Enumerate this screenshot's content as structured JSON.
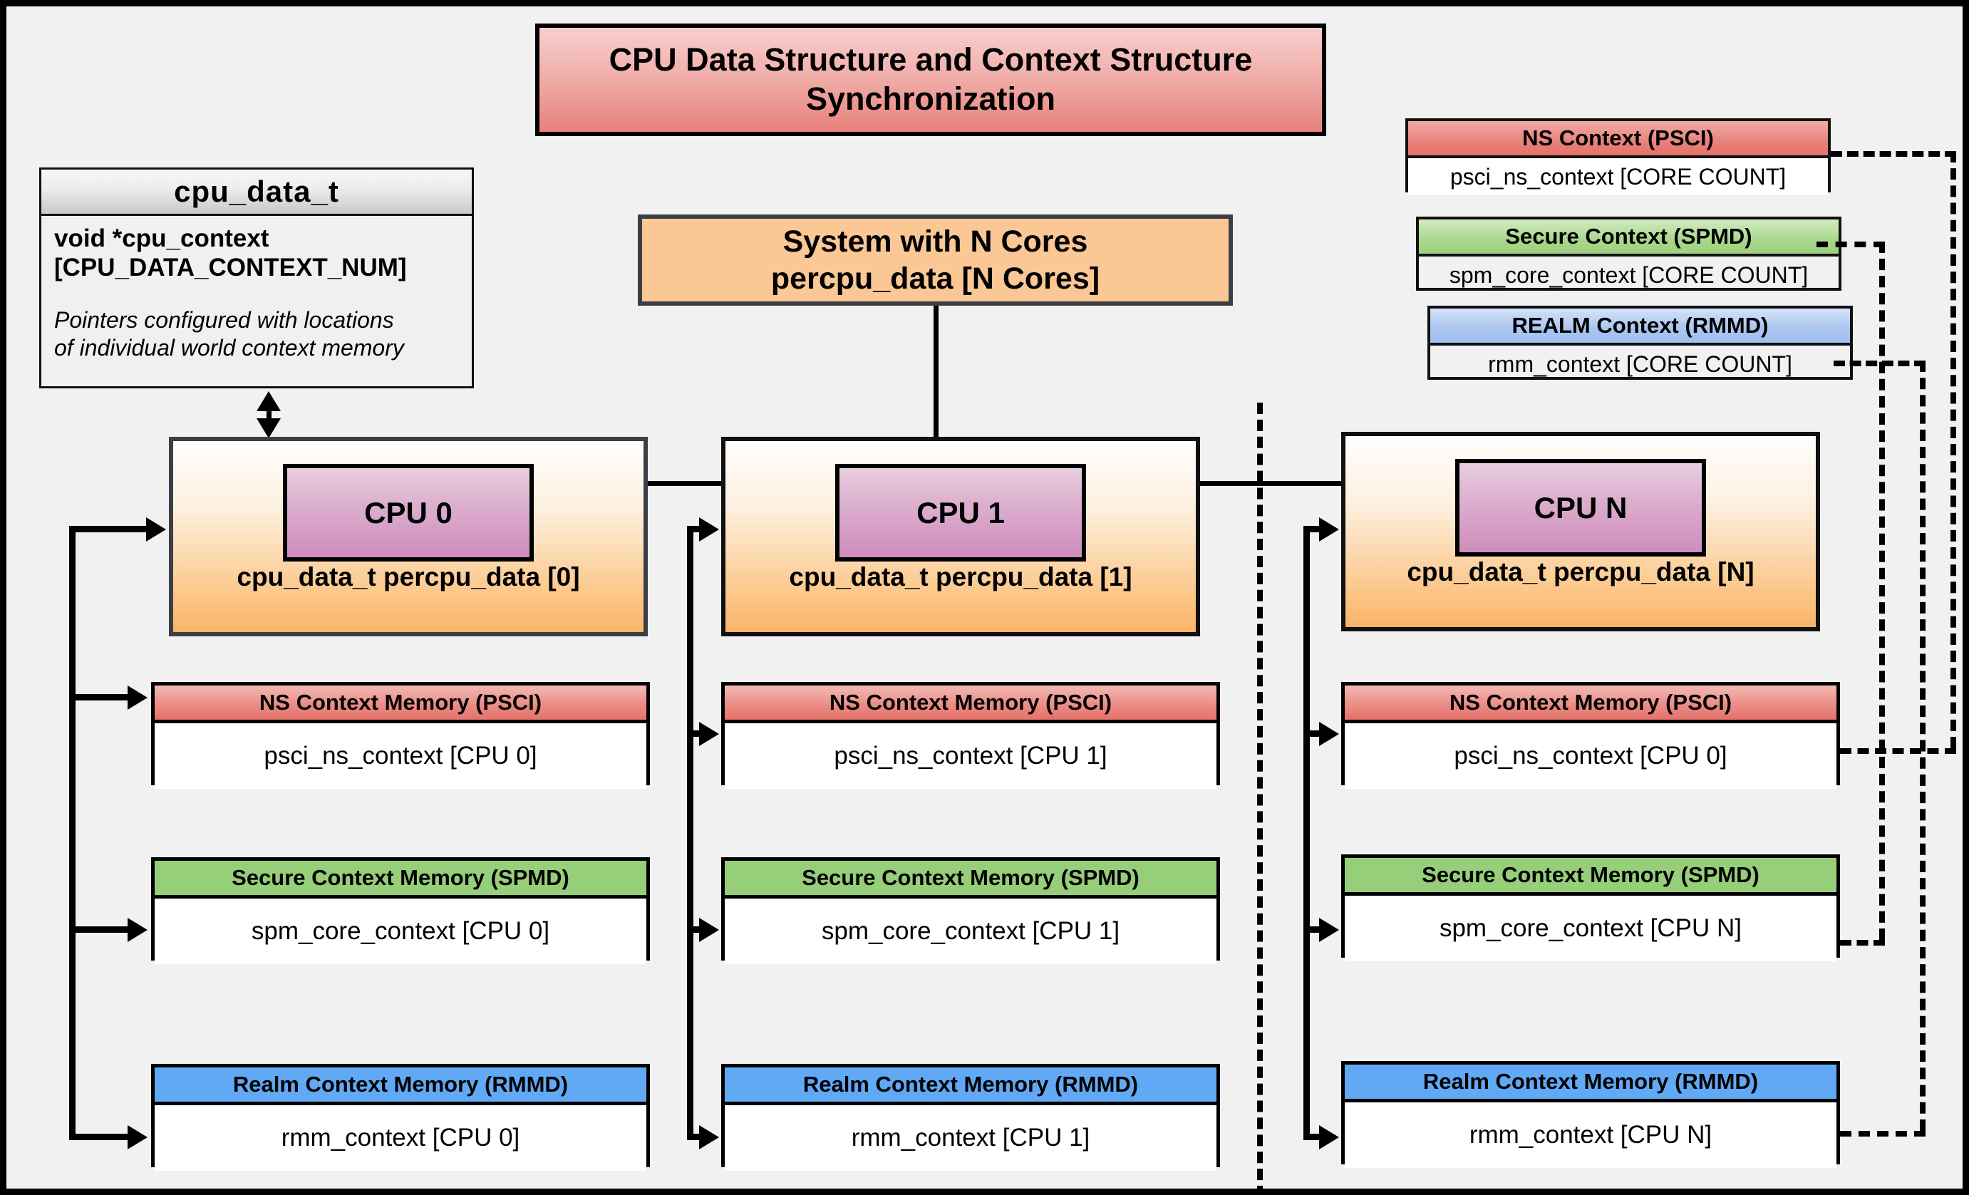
{
  "title": {
    "line1": "CPU Data Structure and Context Structure",
    "line2": "Synchronization"
  },
  "cpu_data_t": {
    "header": "cpu_data_t",
    "decl_line1": "void  *cpu_context",
    "decl_line2": "[CPU_DATA_CONTEXT_NUM]",
    "note_line1": "Pointers configured with locations",
    "note_line2": "of individual world context memory"
  },
  "system": {
    "line1": "System with N Cores",
    "line2": "percpu_data [N Cores]"
  },
  "legend": [
    {
      "key": "ns",
      "header": "NS Context  (PSCI)",
      "body": "psci_ns_context [CORE COUNT]",
      "color": "#e5716a"
    },
    {
      "key": "sec",
      "header": "Secure Context (SPMD)",
      "body": "spm_core_context [CORE COUNT]",
      "color": "#9ed07e"
    },
    {
      "key": "realm",
      "header": "REALM Context (RMMD)",
      "body": "rmm_context [CORE COUNT]",
      "color": "#9ebfee"
    }
  ],
  "cpus": [
    {
      "chip": "CPU 0",
      "caption": "cpu_data_t percpu_data [0]",
      "memories": [
        {
          "key": "ns",
          "header": "NS Context Memory (PSCI)",
          "body": "psci_ns_context [CPU 0]"
        },
        {
          "key": "sec",
          "header": "Secure Context Memory (SPMD)",
          "body": "spm_core_context [CPU 0]"
        },
        {
          "key": "realm",
          "header": "Realm Context Memory (RMMD)",
          "body": "rmm_context [CPU 0]"
        }
      ]
    },
    {
      "chip": "CPU 1",
      "caption": "cpu_data_t percpu_data [1]",
      "memories": [
        {
          "key": "ns",
          "header": "NS Context Memory (PSCI)",
          "body": "psci_ns_context [CPU 1]"
        },
        {
          "key": "sec",
          "header": "Secure Context Memory (SPMD)",
          "body": "spm_core_context [CPU 1]"
        },
        {
          "key": "realm",
          "header": "Realm Context Memory (RMMD)",
          "body": "rmm_context [CPU 1]"
        }
      ]
    },
    {
      "chip": "CPU N",
      "caption": "cpu_data_t percpu_data [N]",
      "memories": [
        {
          "key": "ns",
          "header": "NS Context Memory (PSCI)",
          "body": "psci_ns_context [CPU 0]"
        },
        {
          "key": "sec",
          "header": "Secure Context Memory (SPMD)",
          "body": "spm_core_context [CPU N]"
        },
        {
          "key": "realm",
          "header": "Realm Context Memory (RMMD)",
          "body": "rmm_context [CPU N]"
        }
      ]
    }
  ],
  "colors": {
    "canvas_background": "#f1f1f1",
    "title_fill_top": "#f6cfcd",
    "title_fill_bottom": "#e8817c",
    "system_fill": "#fac795",
    "cpu_fill_top": "#fffefd",
    "cpu_fill_bottom": "#fbb469",
    "cpu_chip_fill_top": "#e8cfe0",
    "cpu_chip_fill_bottom": "#cf8cbc",
    "ns_header": "#e5716a",
    "secure_header": "#96ce79",
    "realm_header": "#62a9f5",
    "stroke": "#000000"
  }
}
